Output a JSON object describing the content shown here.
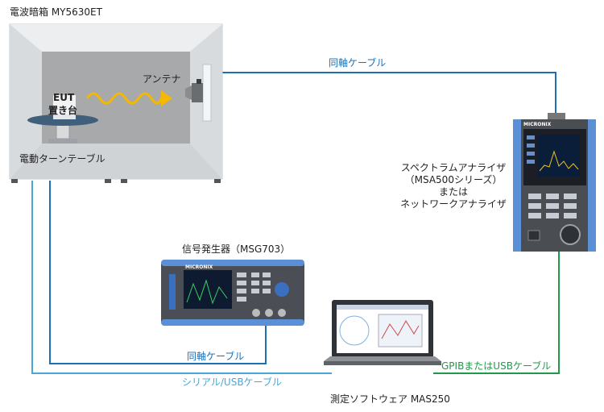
{
  "chamber": {
    "title": "電波暗箱 MY5630ET",
    "antenna_label": "アンテナ",
    "eut_label": "EUT",
    "stand_label": "置き台",
    "turntable_label": "電動ターンテーブル"
  },
  "analyzer": {
    "line1": "スペクトラムアナライザ",
    "line2": "（MSA500シリーズ）",
    "line3": "または",
    "line4": "ネットワークアナライザ",
    "brand": "MICRONIX"
  },
  "generator": {
    "label": "信号発生器（MSG703）",
    "brand": "MICRONIX"
  },
  "laptop": {
    "label": "測定ソフトウェア MAS250"
  },
  "cables": {
    "coax_top": "同軸ケーブル",
    "coax_bottom": "同軸ケーブル",
    "serial_usb": "シリアル/USBケーブル",
    "gpib_usb": "GPIBまたはUSBケーブル"
  },
  "colors": {
    "coax": "#1a6fb5",
    "serial": "#48a6d8",
    "gpib": "#1e9a48",
    "wave": "#f5b800"
  }
}
